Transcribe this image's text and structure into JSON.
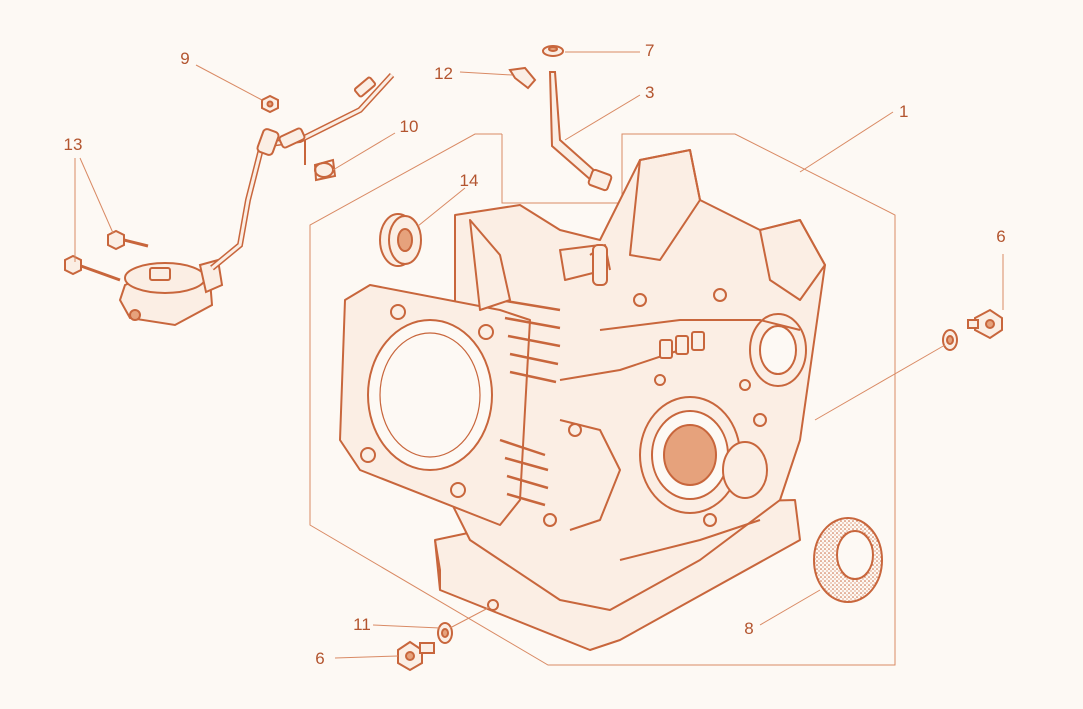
{
  "colors": {
    "background": "#fdf9f4",
    "ink": "#c8663c",
    "fill": "#fbeee4",
    "shade": "#e6a27c",
    "leader": "#d98a64",
    "label": "#b3552f"
  },
  "callouts": {
    "c1": "1",
    "c3": "3",
    "c6a": "6",
    "c6b": "6",
    "c7": "7",
    "c8": "8",
    "c9": "9",
    "c10": "10",
    "c11": "11",
    "c12": "12",
    "c13": "13",
    "c14": "14"
  }
}
